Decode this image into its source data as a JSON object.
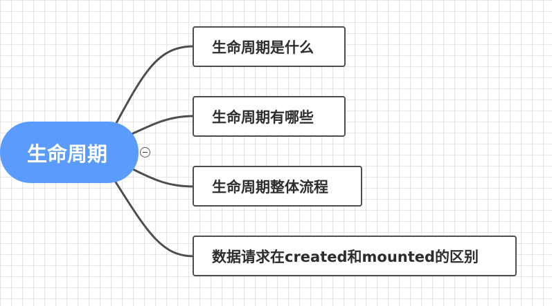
{
  "mindmap": {
    "root": {
      "label": "生命周期",
      "color": "#5b9bfb"
    },
    "collapse_icon": "minus-circle-icon",
    "children": [
      {
        "label": "生命周期是什么"
      },
      {
        "label": "生命周期有哪些"
      },
      {
        "label": "生命周期整体流程"
      },
      {
        "label": "数据请求在created和mounted的区别"
      }
    ],
    "connector_color": "#4d4d4d"
  }
}
